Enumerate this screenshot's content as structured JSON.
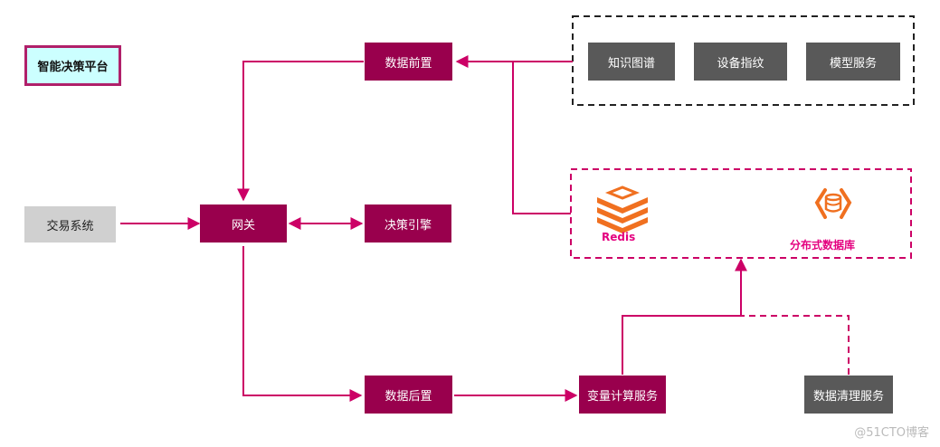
{
  "title": "智能决策平台",
  "nodes": {
    "trading": "交易系统",
    "gateway": "网关",
    "data_pre": "数据前置",
    "decision": "决策引擎",
    "data_post": "数据后置",
    "var_calc": "变量计算服务",
    "data_clean": "数据清理服务",
    "knowledge_graph": "知识图谱",
    "device_fp": "设备指纹",
    "model_service": "模型服务"
  },
  "storage": {
    "redis": "Redis",
    "distributed_db": "分布式数据库"
  },
  "watermark": "@51CTO博客",
  "colors": {
    "crimson": "#99004d",
    "arrow": "#cc0066",
    "gray": "#595959",
    "title_fill": "#ccffff",
    "title_border": "#b0206a",
    "icon_orange": "#f07020"
  }
}
